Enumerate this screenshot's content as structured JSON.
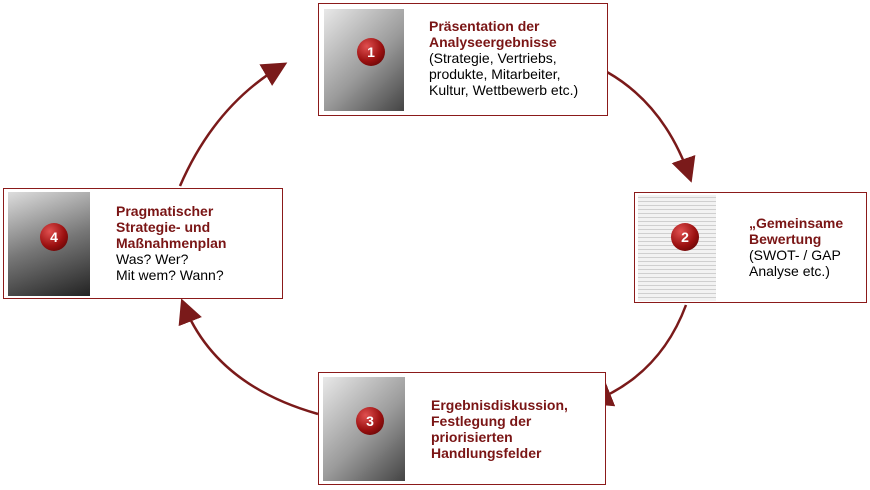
{
  "steps": [
    {
      "number": "1",
      "title": [
        "Präsentation der",
        "Analyseergebnisse"
      ],
      "body": [
        "(Strategie, Vertriebs,",
        "produkte, Mitarbeiter,",
        "Kultur, Wettbewerb  etc.)"
      ]
    },
    {
      "number": "2",
      "title": [
        "„Gemeinsame",
        "Bewertung"
      ],
      "body": [
        "(SWOT- / GAP",
        "Analyse etc.)"
      ]
    },
    {
      "number": "3",
      "title": [
        "Ergebnisdiskussion,",
        "Festlegung der",
        "priorisierten",
        "Handlungsfelder"
      ],
      "body": []
    },
    {
      "number": "4",
      "title": [
        "Pragmatischer",
        "Strategie- und",
        "Maßnahmenplan"
      ],
      "body": [
        "Was? Wer?",
        "Mit wem? Wann?"
      ]
    }
  ],
  "colors": {
    "accent": "#7a1515",
    "arrow": "#7a1a1a"
  }
}
